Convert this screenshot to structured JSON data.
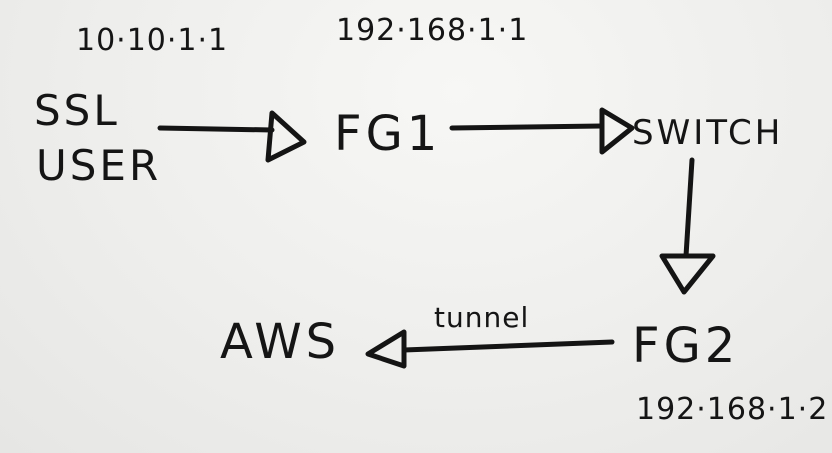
{
  "diagram": {
    "ip_ssl_user": "10·10·1·1",
    "ip_fg1": "192·168·1·1",
    "ip_fg2": "192·168·1·2",
    "node_ssl_line1": "SSL",
    "node_ssl_line2": "USER",
    "node_fg1": "FG1",
    "node_switch": "SWITCH",
    "node_fg2": "FG2",
    "node_aws": "AWS",
    "edge_tunnel": "tunnel"
  }
}
